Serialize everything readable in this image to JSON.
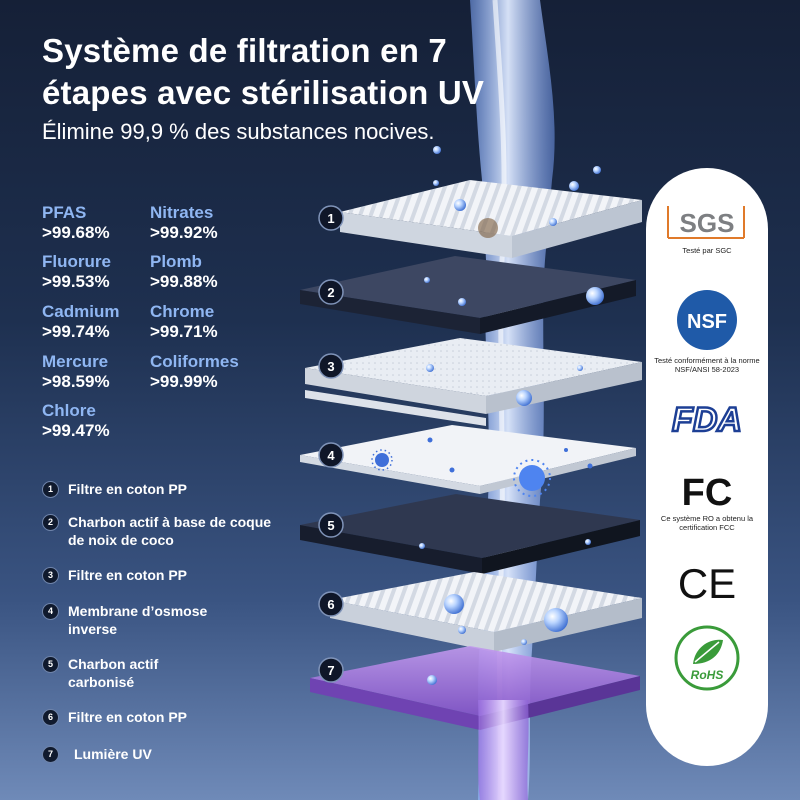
{
  "title": "Système de filtration en 7 étapes avec stérilisation UV",
  "subtitle": "Élimine 99,9 % des substances nocives.",
  "stats": [
    {
      "name": "PFAS",
      "value": ">99.68%"
    },
    {
      "name": "Nitrates",
      "value": ">99.92%"
    },
    {
      "name": "Fluorure",
      "value": ">99.53%"
    },
    {
      "name": "Plomb",
      "value": ">99.88%"
    },
    {
      "name": "Cadmium",
      "value": ">99.74%"
    },
    {
      "name": "Chrome",
      "value": ">99.71%"
    },
    {
      "name": "Mercure",
      "value": ">98.59%"
    },
    {
      "name": "Coliformes",
      "value": ">99.99%"
    },
    {
      "name": "Chlore",
      "value": ">99.47%"
    }
  ],
  "stages": [
    {
      "num": "1",
      "label": "Filtre en coton PP"
    },
    {
      "num": "2",
      "label": "Charbon actif à base de coque de noix de coco"
    },
    {
      "num": "3",
      "label": "Filtre en coton PP"
    },
    {
      "num": "4",
      "label": "Membrane d’osmose inverse"
    },
    {
      "num": "5",
      "label": "Charbon actif carbonisé"
    },
    {
      "num": "6",
      "label": "Filtre en coton PP"
    },
    {
      "num": "7",
      "label": "Lumière UV"
    }
  ],
  "certs": {
    "sgs": {
      "logo": "SGS",
      "caption": "Testé par SGC"
    },
    "nsf": {
      "logo": "NSF",
      "caption": "Testé conformément à la norme NSF/ANSI 58-2023"
    },
    "fda": {
      "logo": "FDA"
    },
    "fcc": {
      "logo": "FC",
      "caption": "Ce système RO a obtenu la certification FCC"
    },
    "ce": {
      "logo": "CE"
    },
    "rohs": {
      "logo": "RoHS"
    }
  },
  "colors": {
    "accent_label": "#8fb6f2",
    "nsf_blue": "#1f5aa8",
    "fda_blue": "#1d3f95",
    "rohs_green": "#3a9b3a",
    "uv_purple": "#a77bd9"
  },
  "icons": [
    "water-stream",
    "water-drop",
    "bacteria-icon",
    "sgs-logo",
    "nsf-logo",
    "fda-logo",
    "fcc-logo",
    "ce-logo",
    "rohs-logo"
  ]
}
